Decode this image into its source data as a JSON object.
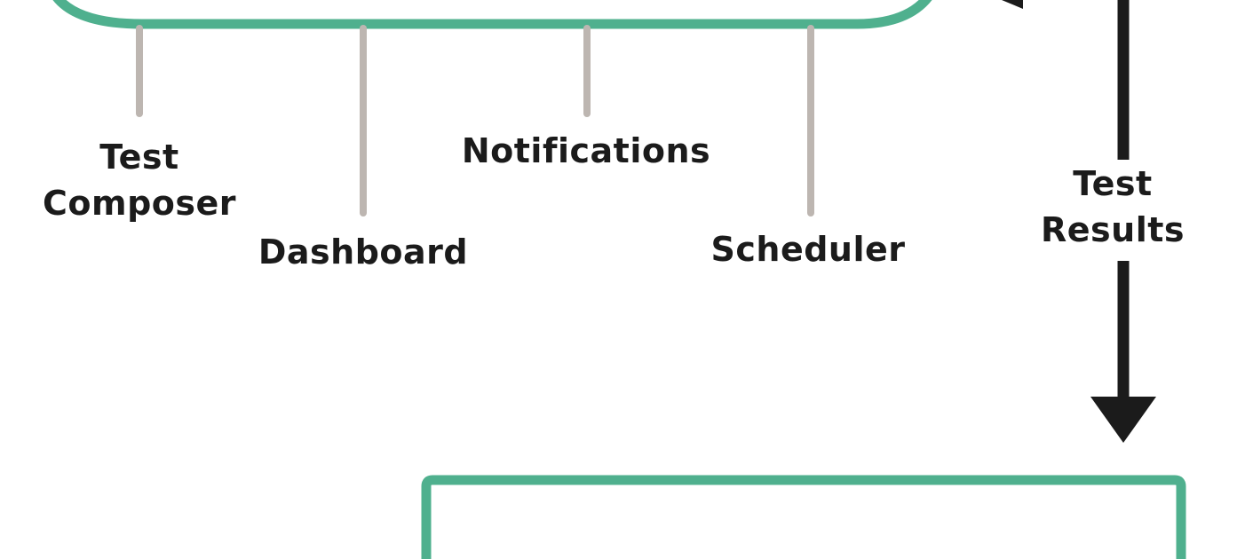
{
  "colors": {
    "accent": "#4fb08e",
    "connector": "#bdb6b1",
    "arrow": "#1b1b1b",
    "text": "#1b1b1b",
    "background": "#ffffff"
  },
  "modules": [
    {
      "id": "test-composer",
      "lines": [
        "Test",
        "Composer"
      ]
    },
    {
      "id": "dashboard",
      "lines": [
        "Dashboard"
      ]
    },
    {
      "id": "notifications",
      "lines": [
        "Notifications"
      ]
    },
    {
      "id": "scheduler",
      "lines": [
        "Scheduler"
      ]
    }
  ],
  "flow": {
    "label_lines": [
      "Test",
      "Results"
    ]
  }
}
